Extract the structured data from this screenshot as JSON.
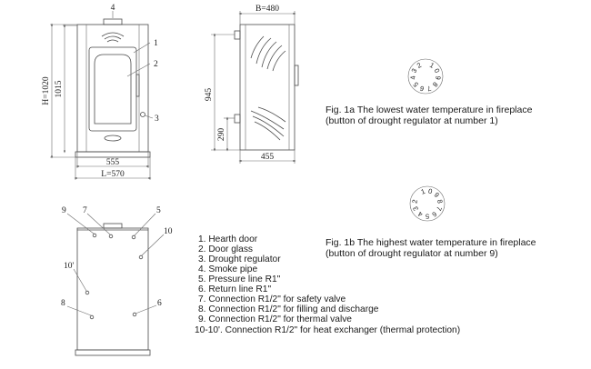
{
  "front_view": {
    "callouts": [
      "4",
      "1",
      "2",
      "3"
    ],
    "dim_total_height": "H=1020",
    "dim_height": "1015",
    "dim_width_inner": "555",
    "dim_width_total": "L=570"
  },
  "side_view": {
    "dim_depth_top": "B=480",
    "dim_height_outlet": "945",
    "dim_height_inlet": "290",
    "dim_depth_bottom": "455"
  },
  "dial_a": {
    "numbers": [
      "1",
      "0",
      "9",
      "8",
      "7",
      "6",
      "5",
      "4",
      "3",
      "2"
    ],
    "caption_line1": "Fig. 1a The lowest water temperature in fireplace",
    "caption_line2": "(button of drought regulator at number 1)"
  },
  "dial_b": {
    "numbers": [
      "1",
      "0",
      "9",
      "8",
      "7",
      "6",
      "5",
      "4",
      "3",
      "2"
    ],
    "caption_line1": "Fig. 1b The highest water temperature in fireplace",
    "caption_line2": "(button of drought regulator at number 9)"
  },
  "rear_view": {
    "callouts": [
      "9",
      "7",
      "5",
      "10",
      "10'",
      "8",
      "6"
    ]
  },
  "legend": [
    "1. Hearth door",
    "2. Door glass",
    "3. Drought regulator",
    "4. Smoke pipe",
    "5. Pressure line R1\"",
    "6. Return line R1\"",
    "7. Connection R1/2\" for safety valve",
    "8. Connection R1/2\" for filling and discharge",
    "9. Connection R1/2\" for thermal valve",
    "10-10'. Connection R1/2\" for heat exchanger (thermal protection)"
  ]
}
